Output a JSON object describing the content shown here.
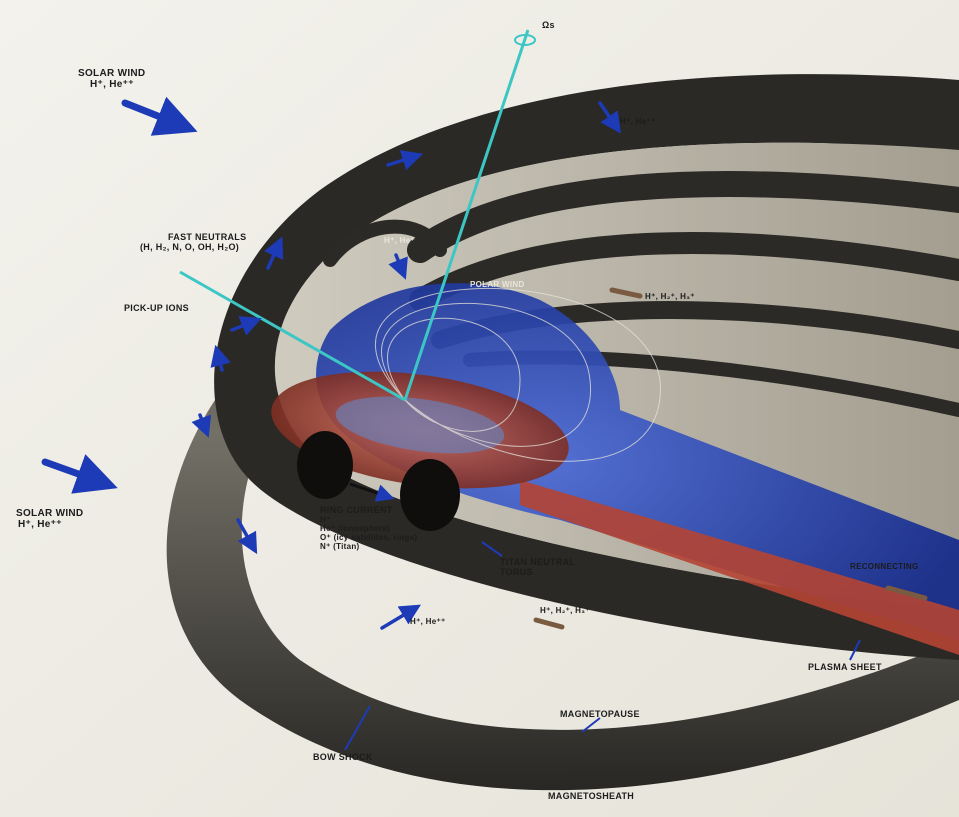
{
  "labels": {
    "solar_wind_top": {
      "line1": "SOLAR WIND",
      "line2": "H⁺, He⁺⁺"
    },
    "solar_wind_left": {
      "line1": "SOLAR  WIND",
      "line2": "H⁺, He⁺⁺"
    },
    "fast_neutrals": {
      "line1": "FAST NEUTRALS",
      "line2": "(H, H₂, N, O, OH, H₂O)"
    },
    "pick_up_ions": "PICK-UP IONS",
    "axis_label": "Ωs",
    "upper_flow_ions": "H⁺, He⁺⁺",
    "polar_ions": "H⁺, He⁺",
    "polar_wind": "POLAR WIND",
    "tail_ions": "H⁺, H₂⁺, H₃⁺",
    "ring_current": {
      "title": "RING CURRENT",
      "line1": "H⁺",
      "line2": "He⁺ (ionosphere)",
      "line3": "O⁺ (icy satellites, rings)",
      "line4": "N⁺ (Titan)"
    },
    "titan_torus": {
      "line1": "TITAN NEUTRAL",
      "line2": "TORUS"
    },
    "lower_ions": "H⁺, He⁺⁺",
    "lower_mid_ions": "H⁺, H₂⁺, H₃⁺",
    "far_right": "RECONNECTING",
    "plasma_sheet": "PLASMA SHEET",
    "magnetopause": "MAGNETOPAUSE",
    "bow_shock": "BOW SHOCK",
    "magnetosheath": "MAGNETOSHEATH"
  },
  "colors": {
    "background": "#f1f0ea",
    "shell_dark": "#2a2824",
    "shell_light": "#bdb8aa",
    "plasma_blue": "#1c3fb0",
    "plasma_red": "#b54433",
    "axis_cyan": "#3cc6c4",
    "flow_arrow_blue": "#1d3bb6",
    "flow_arrow_brown": "#7a5a40"
  }
}
